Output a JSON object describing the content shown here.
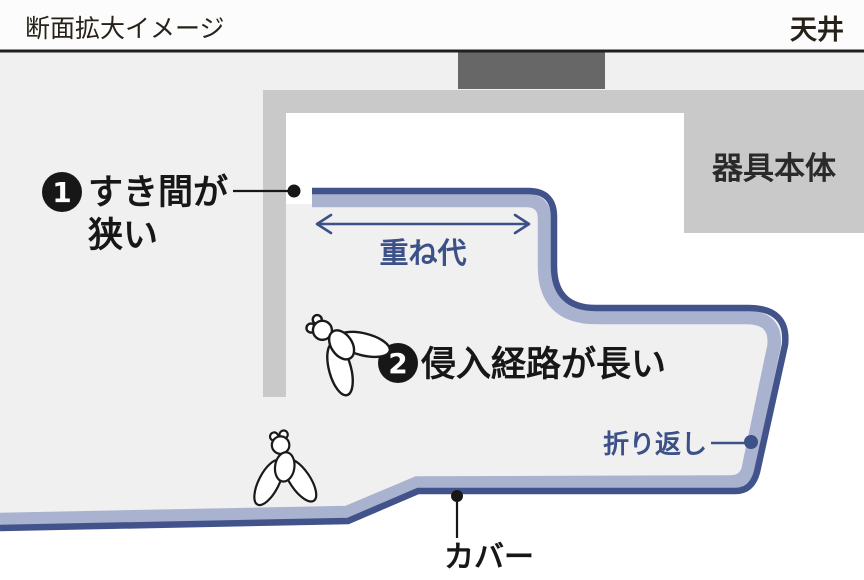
{
  "header": {
    "title": "断面拡大イメージ",
    "ceiling_label": "天井"
  },
  "diagram": {
    "fixture_body_label": "器具本体",
    "cover_label": "カバー",
    "overlap_label": "重ね代",
    "fold_back_label": "折り返し",
    "callout_1": {
      "number": "1",
      "text_line1": "すき間が",
      "text_line2": "狭い"
    },
    "callout_2": {
      "number": "2",
      "text": "侵入経路が長い"
    }
  },
  "colors": {
    "top_strip": "#fcfcfc",
    "background": "#f0f0f1",
    "air_gap_white": "#ffffff",
    "housing_gray": "#c9c9c9",
    "mount_dark_gray": "#676767",
    "cover_light_blue": "#a9b3cf",
    "cover_dark_blue": "#41538a",
    "blue_text": "#3b5187",
    "black_text": "#171717",
    "ceiling_line": "#231f1e"
  }
}
